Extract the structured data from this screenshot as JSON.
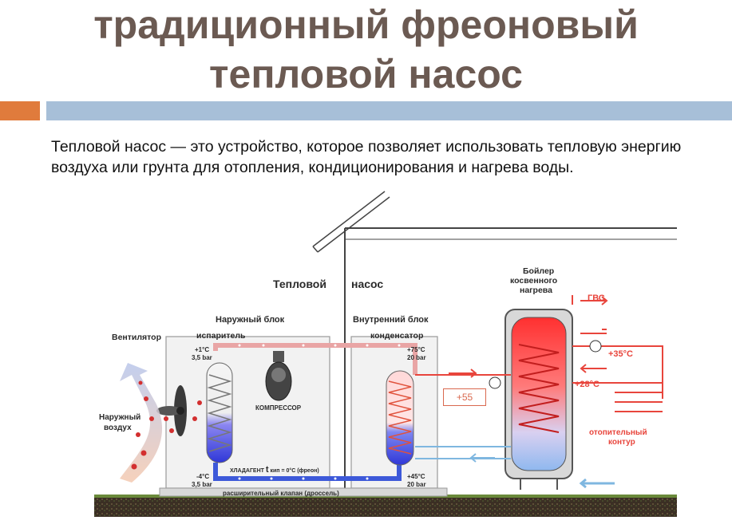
{
  "title": "традиционный фреоновый тепловой насос",
  "intro": "Тепловой насос — это устройство, которое позволяет использовать тепловую энергию воздуха или грунта для отопления, кондиционирования и нагрева воды.",
  "diagram": {
    "heat_pump_label_1": "Тепловой",
    "heat_pump_label_2": "насос",
    "outdoor_unit": "Наружный блок",
    "evaporator": "испаритель",
    "indoor_unit": "Внутренний блок",
    "condenser": "конденсатор",
    "fan": "Вентилятор",
    "outdoor_air_1": "Наружный",
    "outdoor_air_2": "воздух",
    "compressor": "КОМПРЕССОР",
    "evap_top_temp": "+1°C",
    "evap_top_pressure": "3,5 bar",
    "evap_bottom_temp": "-4°C",
    "evap_bottom_pressure": "3,5 bar",
    "cond_top_temp": "+75°C",
    "cond_top_pressure": "20 bar",
    "cond_bottom_temp": "+45°C",
    "cond_bottom_pressure": "20 bar",
    "refrigerant_prefix": "ХЛАДАГЕНТ",
    "refrigerant_t": "t",
    "refrigerant_suffix": "кип = 0°C (фреон)",
    "expansion_valve": "расширительный клапан (дроссель)",
    "boiler_1": "Бойлер",
    "boiler_2": "косвенного",
    "boiler_3": "нагрева",
    "hot_water": "ГВС",
    "supply_temp": "+35°C",
    "return_temp": "+28°C",
    "heating_circuit_1": "отопительный",
    "heating_circuit_2": "контур",
    "flow_temp_box": "+55"
  },
  "colors": {
    "title": "#6b5a52",
    "accent_orange": "#e07b3c",
    "accent_blue": "#a7bfd8",
    "hot_red": "#e8453c",
    "cold_blue": "#3d59d9",
    "light_blue": "#7fb7e0"
  }
}
